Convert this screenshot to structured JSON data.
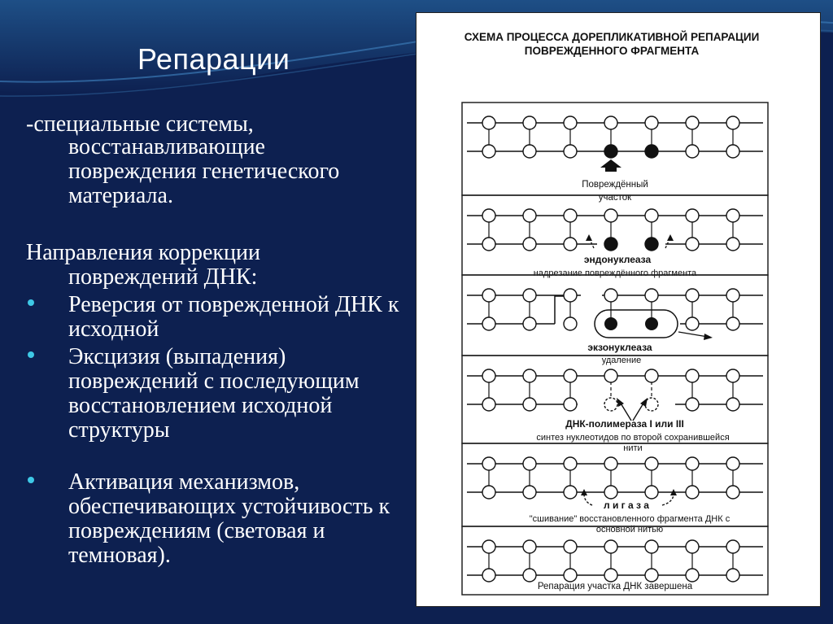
{
  "slide": {
    "title": "Репарации",
    "definition_line1": "-специальные системы,",
    "definition_rest": "восстанавливающие повреждения генетического материала.",
    "directions_line1": "Направления коррекции",
    "directions_line2": "повреждений ДНК:",
    "bullets": [
      {
        "text": "Реверсия от поврежденной ДНК к исходной"
      },
      {
        "text": "Эксцизия (выпадения) повреждений с последующим восстановлением исходной структуры"
      },
      {
        "text": "Активация механизмов, обеспечивающих устойчивость к повреждениям (световая и темновая)."
      }
    ],
    "accent_color": "#3ec9e6",
    "background_color": "#0d2050"
  },
  "diagram": {
    "title_line1": "СХЕМА ПРОЦЕССА ДОРЕПЛИКАТИВНОЙ РЕПАРАЦИИ",
    "title_line2": "ПОВРЕЖДЕННОГО ФРАГМЕНТА",
    "panels": [
      {
        "label": "Повреждённый",
        "label2": "участок",
        "caption": ""
      },
      {
        "label": "эндонуклеаза",
        "label2": "",
        "caption": "надрезание повреждённого фрагмента"
      },
      {
        "label": "экзонуклеаза",
        "label2": "",
        "caption": "удаление"
      },
      {
        "label": "ДНК-полимераза I или III",
        "label2": "",
        "caption": "синтез нуклеотидов по второй сохранившейся",
        "caption2": "нити"
      },
      {
        "label": "л и г а з а",
        "label2": "",
        "caption": "\"сшивание\" восстановленного фрагмента ДНК с",
        "caption2": "основной нитью"
      },
      {
        "label": "",
        "label2": "",
        "caption": "Репарация участка ДНК завершена"
      }
    ]
  }
}
